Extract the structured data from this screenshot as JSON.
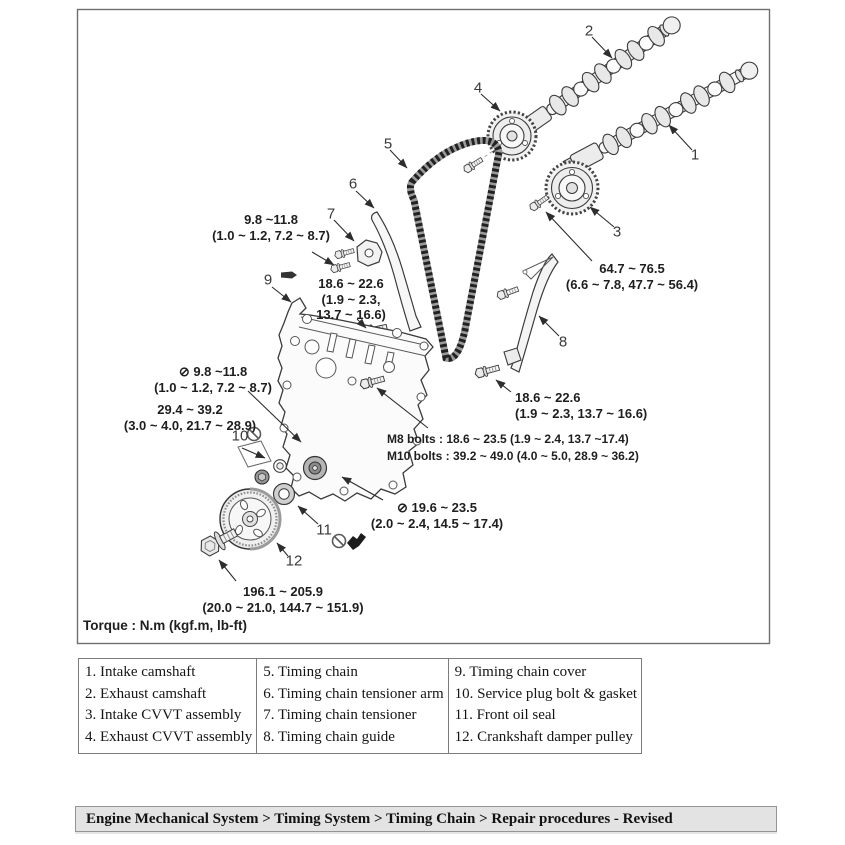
{
  "diagram": {
    "note": "Torque : N.m (kgf.m, lb-ft)",
    "callouts": [
      "1",
      "2",
      "3",
      "4",
      "5",
      "6",
      "7",
      "8",
      "9",
      "10",
      "11",
      "12"
    ],
    "torque": {
      "tensioner_bolts": [
        "9.8 ~11.8",
        "(1.0 ~ 1.2, 7.2 ~ 8.7)"
      ],
      "tensioner_mount": [
        "18.6 ~ 22.6",
        "(1.9 ~ 2.3,",
        "13.7 ~ 16.6)"
      ],
      "cvvt_bolts": [
        "64.7 ~ 76.5",
        "(6.6 ~ 7.8, 47.7 ~ 56.4)"
      ],
      "guide_bolts": [
        "18.6 ~ 22.6",
        "(1.9 ~ 2.3, 13.7 ~ 16.6)"
      ],
      "cover_m8": "M8 bolts : 18.6 ~ 23.5 (1.9 ~ 2.4, 13.7 ~17.4)",
      "cover_m10": "M10 bolts : 39.2 ~ 49.0 (4.0 ~ 5.0, 28.9 ~ 36.2)",
      "cover_small_bolts": [
        "⊘ 9.8 ~11.8",
        "(1.0 ~ 1.2, 7.2 ~ 8.7)"
      ],
      "water_inlet": [
        "29.4 ~ 39.2",
        "(3.0 ~ 4.0, 21.7 ~ 28.9)"
      ],
      "service_plug": [
        "⊘ 19.6 ~ 23.5",
        "(2.0 ~ 2.4, 14.5 ~ 17.4)"
      ],
      "damper_pulley": [
        "196.1 ~ 205.9",
        "(20.0 ~ 21.0, 144.7 ~ 151.9)"
      ]
    }
  },
  "legend": {
    "columns": [
      {
        "items": [
          "1. Intake camshaft",
          "2. Exhaust camshaft",
          "3. Intake CVVT assembly",
          "4. Exhaust CVVT assembly"
        ]
      },
      {
        "items": [
          "5. Timing chain",
          "6. Timing chain tensioner arm",
          "7. Timing chain tensioner",
          "8. Timing chain guide"
        ]
      },
      {
        "items": [
          "9. Timing chain cover",
          "10. Service plug bolt & gasket",
          "11. Front oil seal",
          "12. Crankshaft damper pulley"
        ]
      }
    ]
  },
  "breadcrumb": "Engine Mechanical System > Timing System > Timing Chain > Repair procedures - Revised"
}
